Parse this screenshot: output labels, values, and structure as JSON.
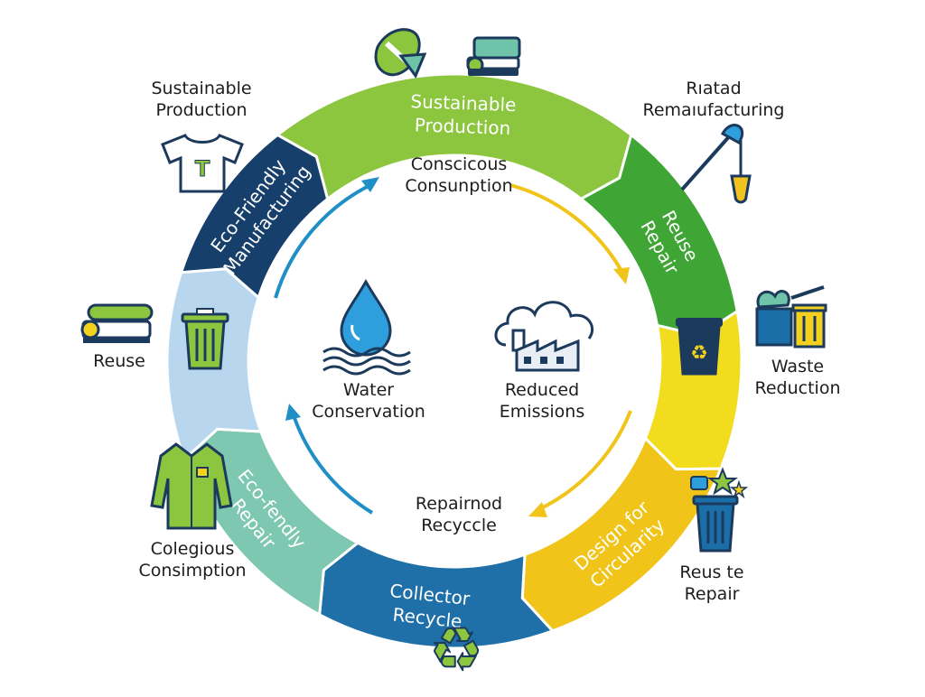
{
  "ring_segments": [
    {
      "id": "top",
      "lines": [
        "Sustainable",
        "Production"
      ],
      "color": "#8cc63f",
      "text_color": "#ffffff"
    },
    {
      "id": "right-top",
      "lines": [
        "Reuse",
        "Repair"
      ],
      "color": "#3fa535",
      "text_color": "#ffffff"
    },
    {
      "id": "right",
      "lines": [],
      "color": "#f2dc1e",
      "text_color": "#ffffff"
    },
    {
      "id": "right-bottom",
      "lines": [
        "Design for",
        "Circularity"
      ],
      "color": "#f0c419",
      "text_color": "#ffffff"
    },
    {
      "id": "bottom",
      "lines": [
        "Collector",
        "Recycle"
      ],
      "color": "#1f6fa8",
      "text_color": "#ffffff"
    },
    {
      "id": "left-bottom",
      "lines": [
        "Eco-fendly",
        "Repair"
      ],
      "color": "#7ec7b0",
      "text_color": "#ffffff"
    },
    {
      "id": "left",
      "lines": [],
      "color": "#b8d6ee",
      "text_color": "#ffffff"
    },
    {
      "id": "left-top",
      "lines": [
        "Eco-Friendly",
        "Manufacturing"
      ],
      "color": "#173f6b",
      "text_color": "#ffffff"
    }
  ],
  "outer_labels": {
    "top_left": [
      "Sustainable",
      "Production"
    ],
    "top_right": [
      "Rıatad",
      "Remaıufacturing"
    ],
    "right": [
      "Waste",
      "Reduction"
    ],
    "bottom_right": [
      "Reus te",
      "Repair"
    ],
    "bottom_left": [
      "Colegious",
      "Consimption"
    ],
    "left": [
      "Reuse"
    ]
  },
  "inner_labels": {
    "top": [
      "Conscicous",
      "Consunption"
    ],
    "bottom": [
      "Repairnod",
      "Recyccle"
    ],
    "water": [
      "Water",
      "Conservation"
    ],
    "emissions": [
      "Reduced",
      "Emissions"
    ]
  },
  "icons": {
    "tshirt_letter": "T"
  },
  "colors": {
    "arrow_blue": "#1f8fc6",
    "arrow_yellow": "#f0c419",
    "icon_navy": "#1b3a5c",
    "icon_green": "#8cc63f",
    "icon_yellow": "#f2d21e",
    "icon_teal": "#6fc3a8",
    "water_blue": "#2e9fdc"
  }
}
